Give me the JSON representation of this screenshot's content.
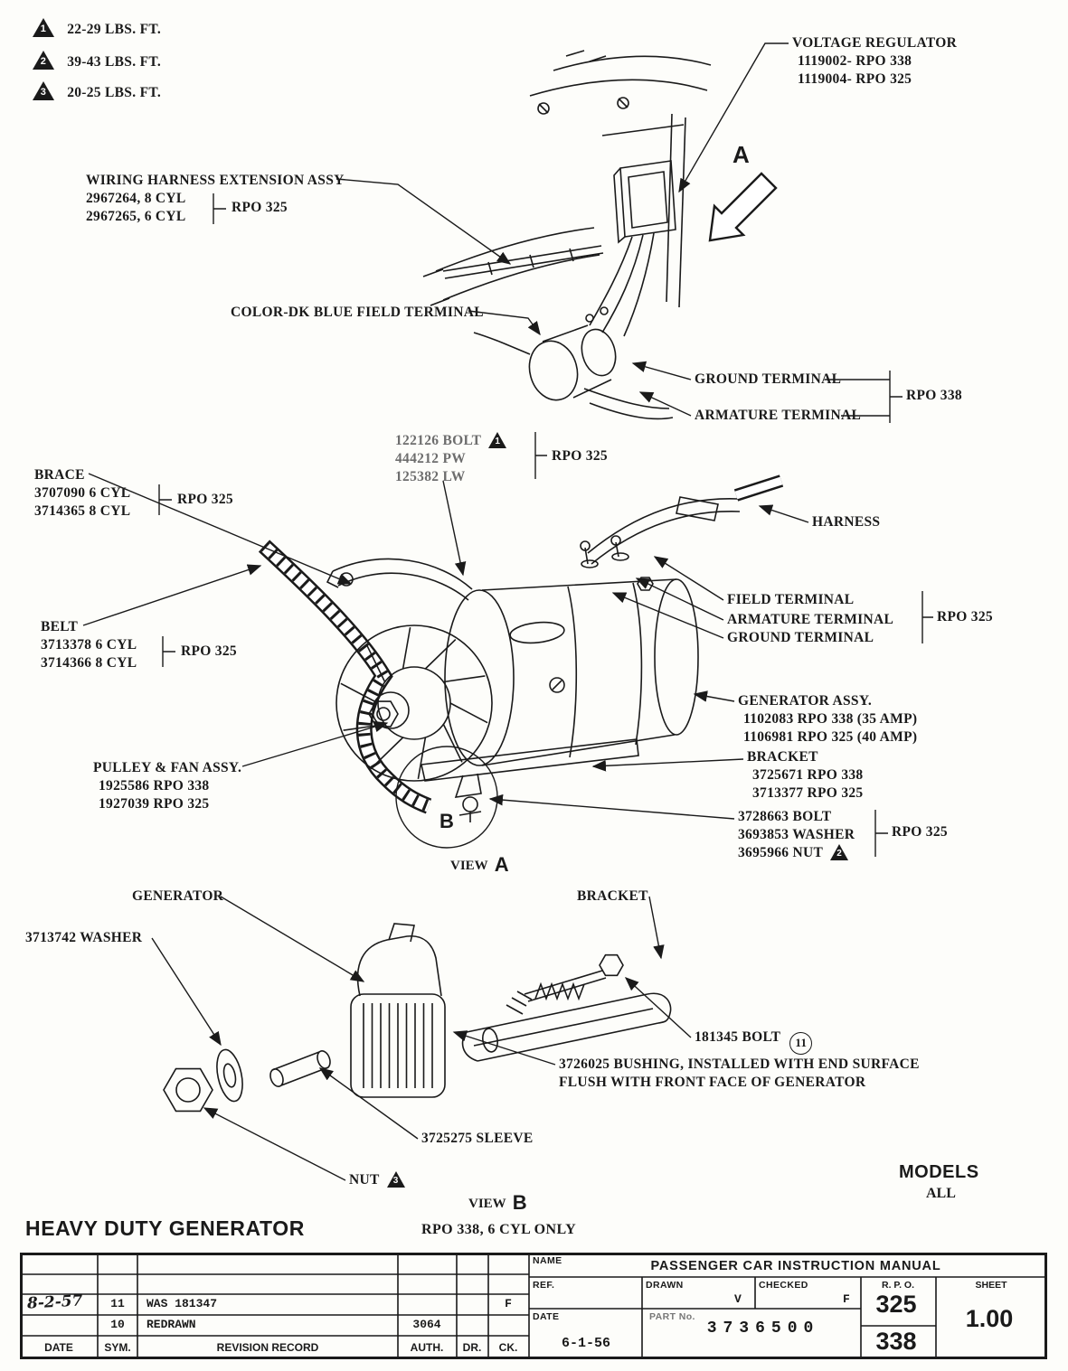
{
  "torque_notes": [
    {
      "num": "1",
      "text": "22-29 LBS. FT."
    },
    {
      "num": "2",
      "text": "39-43 LBS. FT."
    },
    {
      "num": "3",
      "text": "20-25 LBS. FT."
    }
  ],
  "upper_view": {
    "view_letter": "A",
    "voltage_regulator_title": "VOLTAGE REGULATOR",
    "voltage_regulator_l1": "1119002- RPO 338",
    "voltage_regulator_l2": "1119004- RPO 325",
    "wiring_title": "WIRING HARNESS EXTENSION ASSY",
    "wiring_l1": "2967264, 8 CYL",
    "wiring_l2": "2967265, 6 CYL",
    "wiring_rpo": "RPO 325",
    "field_terminal": "COLOR-DK BLUE FIELD TERMINAL",
    "ground_terminal": "GROUND TERMINAL",
    "armature_terminal": "ARMATURE TERMINAL",
    "rpo338": "RPO 338"
  },
  "view_a": {
    "bolt_l1": "122126 BOLT",
    "bolt_tri": "1",
    "bolt_l2": "444212 PW",
    "bolt_l3": "125382 LW",
    "bolt_rpo": "RPO 325",
    "brace_title": "BRACE",
    "brace_l1": "3707090 6 CYL",
    "brace_l2": "3714365 8 CYL",
    "brace_rpo": "RPO 325",
    "harness": "HARNESS",
    "field_terminal": "FIELD TERMINAL",
    "armature_terminal": "ARMATURE TERMINAL",
    "ground_terminal": "GROUND TERMINAL",
    "terminals_rpo": "RPO 325",
    "belt_title": "BELT",
    "belt_l1": "3713378 6 CYL",
    "belt_l2": "3714366 8 CYL",
    "belt_rpo": "RPO 325",
    "gen_title": "GENERATOR ASSY.",
    "gen_l1": "1102083 RPO 338 (35 AMP)",
    "gen_l2": "1106981 RPO 325 (40 AMP)",
    "bracket_title": "BRACKET",
    "bracket_l1": "3725671 RPO 338",
    "bracket_l2": "3713377 RPO 325",
    "pulley_title": "PULLEY & FAN ASSY.",
    "pulley_l1": "1925586 RPO 338",
    "pulley_l2": "1927039 RPO 325",
    "hw_l1": "3728663 BOLT",
    "hw_l2": "3693853 WASHER",
    "hw_l3": "3695966 NUT",
    "hw_tri": "2",
    "hw_rpo": "RPO 325",
    "detail_letter": "B",
    "view_word": "VIEW",
    "view_letter": "A"
  },
  "view_b": {
    "generator": "GENERATOR",
    "bracket": "BRACKET",
    "washer": "3713742 WASHER",
    "bolt": "181345 BOLT",
    "bolt_qty": "11",
    "bushing_l1": "3726025 BUSHING, INSTALLED WITH END SURFACE",
    "bushing_l2": "FLUSH WITH FRONT FACE OF GENERATOR",
    "sleeve": "3725275 SLEEVE",
    "nut": "NUT",
    "nut_tri": "3",
    "view_word": "VIEW",
    "view_letter": "B"
  },
  "models": {
    "title": "MODELS",
    "value": "ALL"
  },
  "footer": {
    "title": "HEAVY DUTY GENERATOR",
    "subtitle": "RPO 338, 6 CYL ONLY"
  },
  "title_block": {
    "name_label": "NAME",
    "name_value": "PASSENGER CAR INSTRUCTION MANUAL",
    "ref_label": "REF.",
    "drawn_label": "DRAWN",
    "drawn_value": "V",
    "checked_label": "CHECKED",
    "checked_value": "F",
    "rpo_label": "R. P. O.",
    "rpo_top": "325",
    "rpo_bottom": "338",
    "sheet_label": "SHEET",
    "sheet_value": "1.00",
    "date_label": "DATE",
    "date_value": "6-1-56",
    "part_label": "PART No.",
    "part_value": "3736500",
    "headers": {
      "date": "DATE",
      "sym": "SYM.",
      "record": "REVISION RECORD",
      "auth": "AUTH.",
      "dr": "DR.",
      "ck": "CK."
    },
    "rows": [
      {
        "date": "8-2-57",
        "sym": "11",
        "record": "WAS 181347",
        "auth": "",
        "dr": "",
        "ck": "F"
      },
      {
        "date": "",
        "sym": "10",
        "record": "REDRAWN",
        "auth": "3064",
        "dr": "",
        "ck": ""
      }
    ]
  }
}
